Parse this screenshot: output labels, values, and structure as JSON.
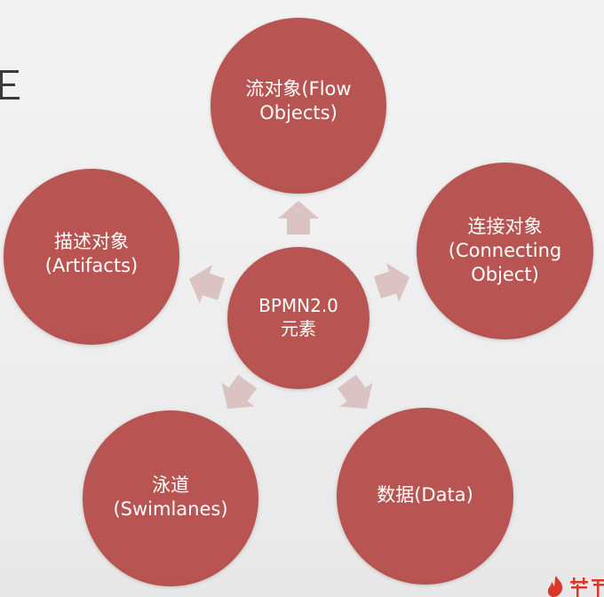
{
  "diagram": {
    "center": {
      "lines": [
        "BPMN2.0",
        "元素"
      ]
    },
    "flow_objects": {
      "lines": [
        "流对象(Flow",
        "Objects)"
      ]
    },
    "connecting_object": {
      "lines": [
        "连接对象",
        "(Connecting",
        "Object)"
      ]
    },
    "data": {
      "lines": [
        "数据(Data)"
      ]
    },
    "swimlanes": {
      "lines": [
        "泳道",
        "(Swimlanes)"
      ]
    },
    "artifacts": {
      "lines": [
        "描述对象",
        "(Artifacts)"
      ]
    }
  },
  "icons": {
    "arrows": [
      "arrow-up-icon",
      "arrow-right-icon",
      "arrow-down-right-icon",
      "arrow-down-left-icon",
      "arrow-left-icon"
    ],
    "logo": "flame-logo-icon"
  },
  "colors": {
    "node": "#b85451",
    "arrow": "#dcc3c3",
    "background": "#efefef",
    "text": "#ffffff",
    "logo": "#d9382c"
  }
}
